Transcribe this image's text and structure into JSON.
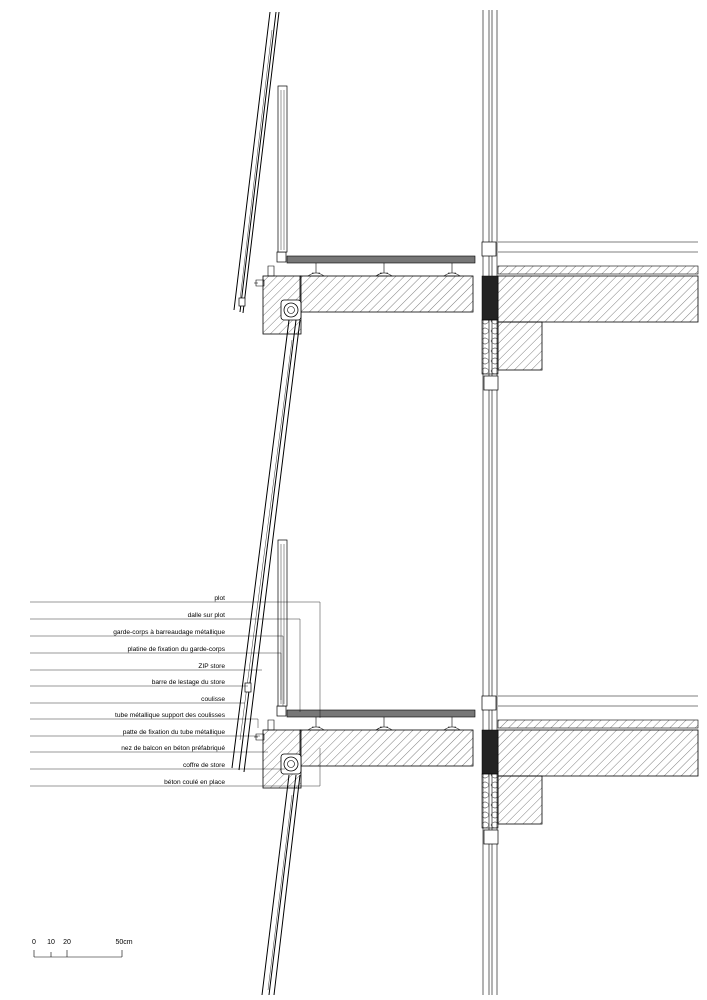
{
  "annotations": [
    "plot",
    "dalle sur plot",
    "garde-corps à barreaudage métallique",
    "platine de fixation du garde-corps",
    "ZIP store",
    "barre de lestage du store",
    "coulisse",
    "tube métallique support des coulisses",
    "patte de fixation du tube métallique",
    "nez de balcon en béton préfabriqué",
    "coffre de store",
    "béton coulé en place"
  ],
  "scale_bar": {
    "ticks": [
      "0",
      "10",
      "20",
      "50cm"
    ]
  }
}
